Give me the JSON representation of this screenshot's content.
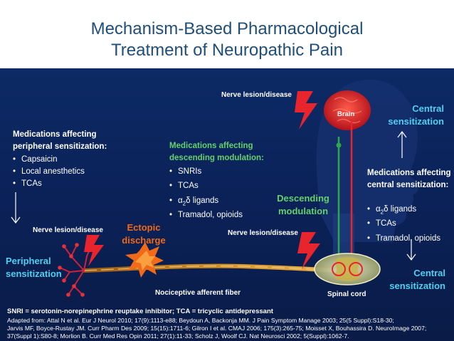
{
  "title": {
    "line1": "Mechanism-Based Pharmacological",
    "line2": "Treatment of Neuropathic Pain"
  },
  "labels": {
    "nerve_lesion_top": "Nerve lesion/disease",
    "brain": "Brain",
    "central_sensitization_top": "Central sensitization",
    "peripheral_meds_heading": "Medications affecting peripheral sensitization:",
    "descending_meds_heading": "Medications affecting descending modulation:",
    "central_meds_heading": "Medications affecting central sensitization:",
    "descending_modulation": "Descending modulation",
    "nerve_lesion_left": "Nerve lesion/disease",
    "ectopic_discharge": "Ectopic discharge",
    "nerve_lesion_middle": "Nerve lesion/disease",
    "peripheral_sensitization": "Peripheral sensitization",
    "central_sensitization_bottom": "Central sensitization",
    "nociceptive_fiber": "Nociceptive afferent fiber",
    "spinal_cord": "Spinal cord"
  },
  "peripheral_meds": [
    "Capsaicin",
    "Local anesthetics",
    "TCAs"
  ],
  "descending_meds": [
    {
      "pre": "SNRIs",
      "sub": "",
      "post": ""
    },
    {
      "pre": "TCAs",
      "sub": "",
      "post": ""
    },
    {
      "pre": "α",
      "sub": "2",
      "post": "δ ligands"
    },
    {
      "pre": "Tramadol, opioids",
      "sub": "",
      "post": ""
    }
  ],
  "central_meds": [
    {
      "pre": "α",
      "sub": "2",
      "post": "δ ligands"
    },
    {
      "pre": "TCAs",
      "sub": "",
      "post": ""
    },
    {
      "pre": "Tramadol, opioids",
      "sub": "",
      "post": ""
    }
  ],
  "footer": {
    "abbreviations": "SNRI = serotonin-norepinephrine reuptake inhibitor; TCA = tricyclic antidepressant",
    "ref_line1": "Adapted from: Attal N et al. Eur J Neurol 2010; 17(9):1113-e88; Beydoun A, Backonja MM. J Pain Symptom Manage 2003; 25(5 Suppl):S18-30;",
    "ref_line2": "Jarvis MF, Boyce-Rustay JM. Curr Pharm Des 2009; 15(15):1711-6; Gilron I et al. CMAJ 2006; 175(3):265-75; Moisset X, Bouhassira D. NeuroImage 2007;",
    "ref_line3": "37(Suppl 1):S80-8; Morlion B. Curr Med Res Opin 2011; 27(1):11-33; Scholz J, Woolf CJ. Nat Neurosci 2002; 5(Suppl):1062-7."
  },
  "colors": {
    "title": "#1f4e79",
    "background": "#0b2259",
    "green_label": "#63d26a",
    "cyan_label": "#4fd0f0",
    "lightning": "#e8242c",
    "brain": "#e8242c",
    "fiber": "#c8861a"
  },
  "icons": [
    "lightning-bolt-icon",
    "ectopic-burst-icon",
    "brain-icon",
    "head-silhouette-icon",
    "spinal-cord-icon",
    "arrow-up-icon",
    "arrow-down-icon"
  ]
}
